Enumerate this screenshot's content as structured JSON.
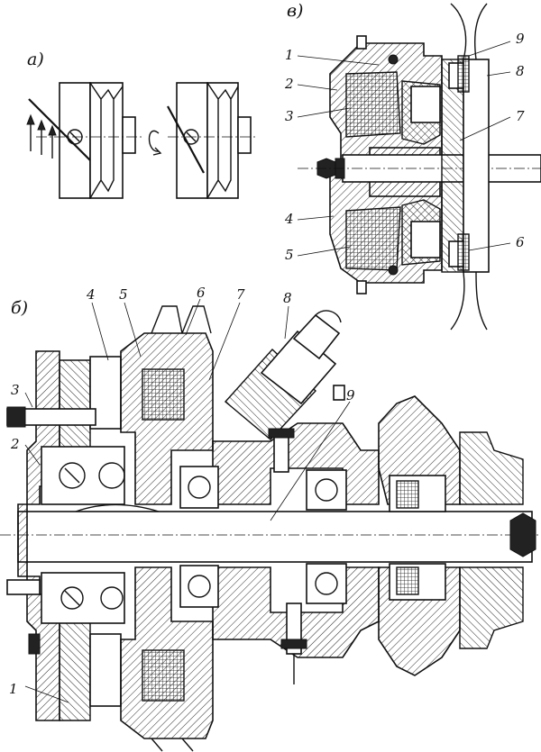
{
  "panels": {
    "a": {
      "label": "а)"
    },
    "b": {
      "label": "б)"
    },
    "v": {
      "label": "в)"
    }
  },
  "callouts_v": [
    "1",
    "2",
    "3",
    "4",
    "5",
    "6",
    "7",
    "8",
    "9"
  ],
  "callouts_b": [
    "1",
    "2",
    "3",
    "4",
    "5",
    "6",
    "7",
    "8",
    "9"
  ]
}
